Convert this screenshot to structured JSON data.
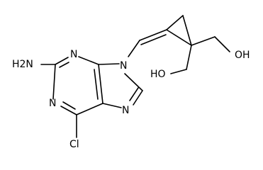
{
  "structure": {
    "atoms": {
      "amino_group": "H2N",
      "purine_n1": "N",
      "purine_n3": "N",
      "purine_n7": "N",
      "purine_n9": "N",
      "chlorine": "Cl",
      "hydroxyl_left": "HO",
      "hydroxyl_right": "OH"
    }
  }
}
